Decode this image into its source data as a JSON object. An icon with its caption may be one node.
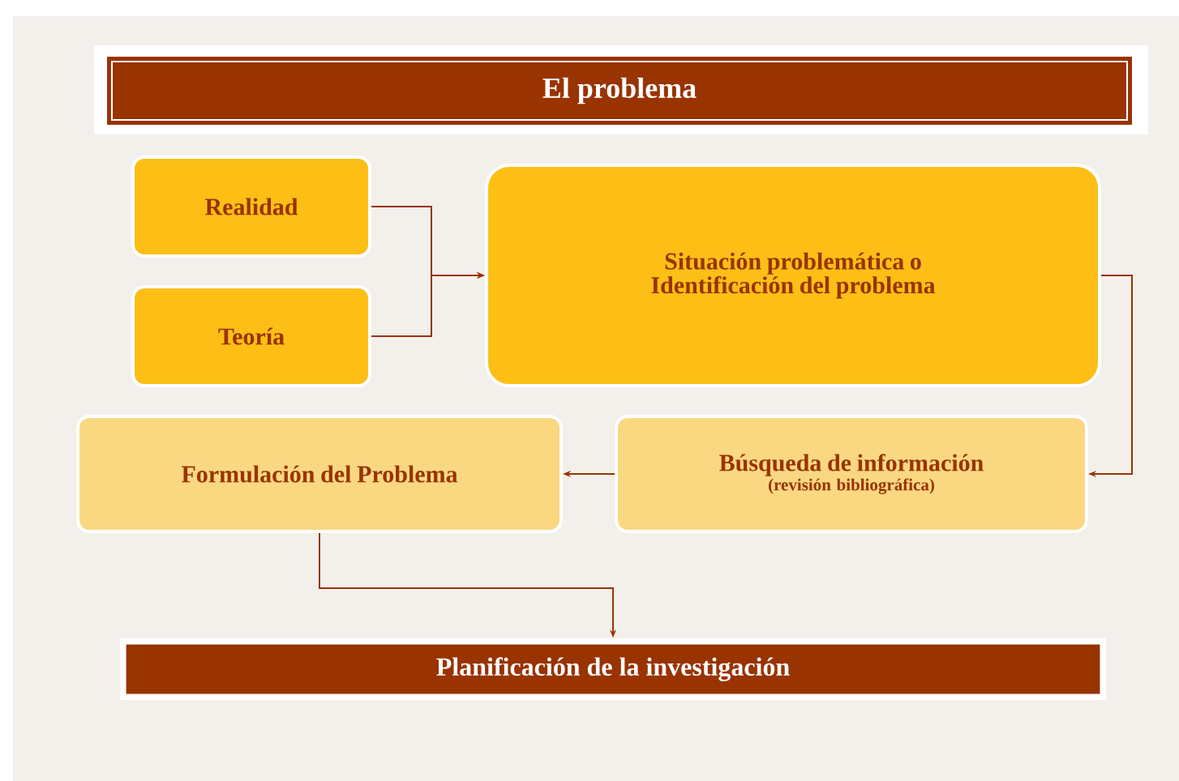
{
  "diagram": {
    "title": "El  problema",
    "nodes": [
      {
        "text": [
          "Realidad"
        ]
      },
      {
        "text": [
          "Teoría"
        ]
      },
      {
        "text": [
          "Situación problemática o Identificación del problema"
        ]
      },
      {
        "text": [
          "Búsqueda de información",
          "(revisión bibliográfica)"
        ]
      },
      {
        "text": [
          "Formulación del Problema"
        ]
      },
      {
        "text": [
          "Planificación de la investigación"
        ]
      }
    ],
    "edges": [
      {
        "from": 0,
        "to": 2,
        "arrow": "to"
      },
      {
        "from": 1,
        "to": 2,
        "arrow": "to"
      },
      {
        "from": 2,
        "to": 3,
        "arrow": "to"
      },
      {
        "from": 3,
        "to": 4,
        "arrow": "to"
      },
      {
        "from": 4,
        "to": 5,
        "arrow": "to"
      }
    ]
  }
}
